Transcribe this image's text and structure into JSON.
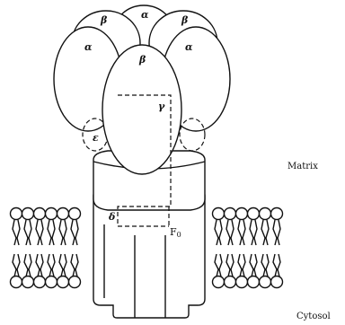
{
  "labels": {
    "alpha": "α",
    "beta": "β",
    "gamma": "γ",
    "delta": "δ",
    "epsilon": "ε",
    "f0": "F",
    "f0_sub": "0",
    "matrix": "Matrix",
    "cytosol": "Cytosol"
  }
}
